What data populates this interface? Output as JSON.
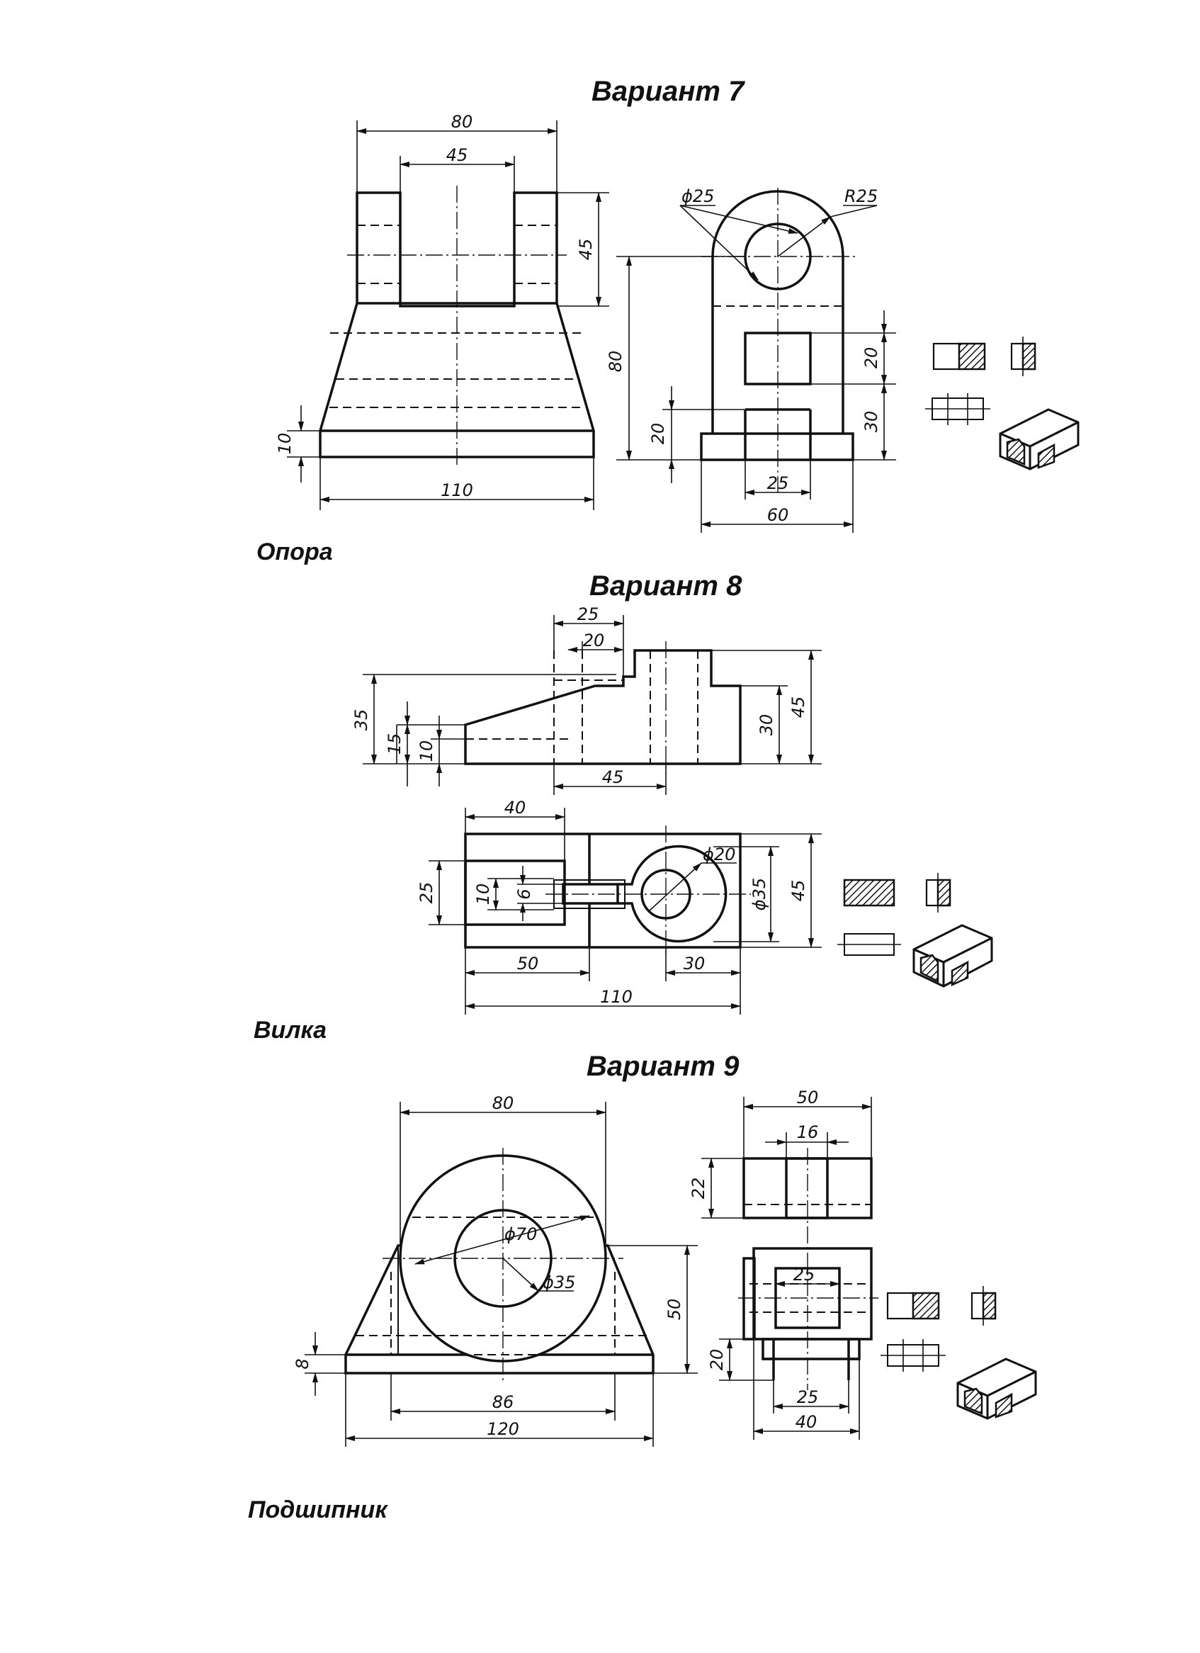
{
  "variants": [
    {
      "title": "Вариант 7",
      "caption": "Опора",
      "dims": {
        "d80": "80",
        "d45": "45",
        "v45": "45",
        "v10": "10",
        "d110": "110",
        "phi25": "ϕ25",
        "r25": "R25",
        "v80": "80",
        "v20a": "20",
        "v30": "30",
        "v20b": "20",
        "d25": "25",
        "d60": "60"
      }
    },
    {
      "title": "Вариант 8",
      "caption": "Вилка",
      "dims": {
        "d25": "25",
        "d20": "20",
        "v35": "35",
        "v15": "15",
        "v10": "10",
        "v30": "30",
        "v45": "45",
        "d45": "45",
        "d40": "40",
        "v25": "25",
        "v10b": "10",
        "v6": "6",
        "phi20": "ϕ20",
        "phi35": "ϕ35",
        "v45b": "45",
        "d50": "50",
        "d30": "30",
        "d110": "110"
      }
    },
    {
      "title": "Вариант 9",
      "caption": "Подшипник",
      "dims": {
        "d80": "80",
        "phi70": "ϕ70",
        "phi35": "ϕ35",
        "v50": "50",
        "v8": "8",
        "d86": "86",
        "d120": "120",
        "d50": "50",
        "d16": "16",
        "v22": "22",
        "d25a": "25",
        "v20": "20",
        "d25b": "25",
        "d40": "40"
      }
    }
  ],
  "colors": {
    "ink": "#111111",
    "paper": "#ffffff"
  }
}
